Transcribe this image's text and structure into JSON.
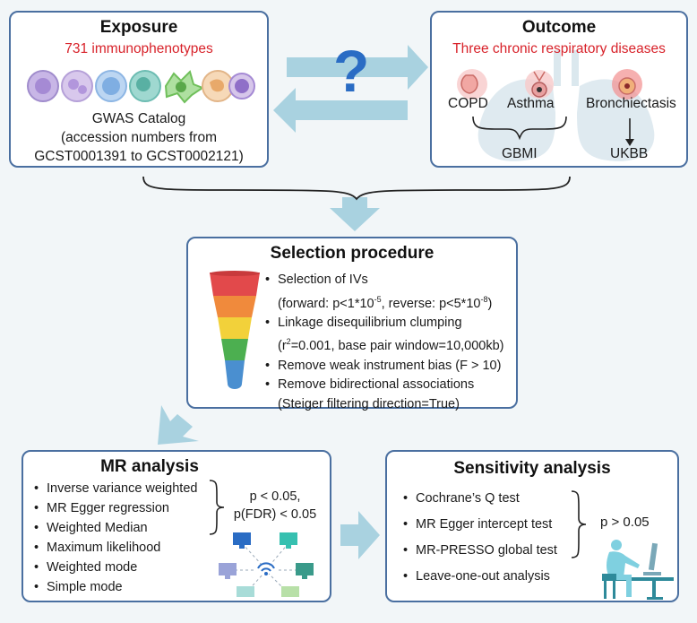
{
  "exposure": {
    "title": "Exposure",
    "subtitle": "731 immunophenotypes",
    "source_line1": "GWAS Catalog",
    "source_line2": "(accession numbers from",
    "source_line3": "GCST0001391 to GCST0002121)"
  },
  "outcome": {
    "title": "Outcome",
    "subtitle": "Three chronic respiratory diseases",
    "disease1": "COPD",
    "disease2": "Asthma",
    "disease3": "Bronchiectasis",
    "source1": "GBMI",
    "source2": "UKBB"
  },
  "center_question": "?",
  "selection": {
    "title": "Selection procedure",
    "item1": "Selection of IVs",
    "item1_detail": {
      "a": "(forward: p<1*10",
      "a_sup": "-5",
      "b": ", reverse: p<5*10",
      "b_sup": "-8",
      "c": ")"
    },
    "item2": "Linkage disequilibrium clumping",
    "item2_detail": {
      "a": "(r",
      "a_sup": "2",
      "b": "=0.001, base pair window=10,000kb)"
    },
    "item3": "Remove weak instrument bias (F > 10)",
    "item4": "Remove bidirectional associations",
    "item4_detail": "(Steiger filtering direction=True)"
  },
  "mr": {
    "title": "MR analysis",
    "methods": [
      "Inverse variance weighted",
      "MR Egger regression",
      "Weighted Median",
      "Maximum likelihood",
      "Weighted mode",
      "Simple mode"
    ],
    "threshold1": "p < 0.05,",
    "threshold2": "p(FDR) < 0.05"
  },
  "sensitivity": {
    "title": "Sensitivity analysis",
    "tests": [
      "Cochrane’s Q test",
      "MR Egger intercept test",
      "MR-PRESSO global test",
      "Leave-one-out analysis"
    ],
    "threshold": "p > 0.05"
  },
  "colors": {
    "border": "#4a6fa0",
    "accent_red": "#d8222a",
    "arrow": "#a9d2e0",
    "question": "#2a6cc4",
    "funnel": [
      "#e2494b",
      "#f08a3c",
      "#f2d13a",
      "#4caf50",
      "#4a8fd0"
    ]
  },
  "icons": [
    "immune-cell-icon",
    "lung-icon",
    "question-mark-icon",
    "funnel-icon",
    "computer-network-icon",
    "person-at-desk-icon"
  ]
}
